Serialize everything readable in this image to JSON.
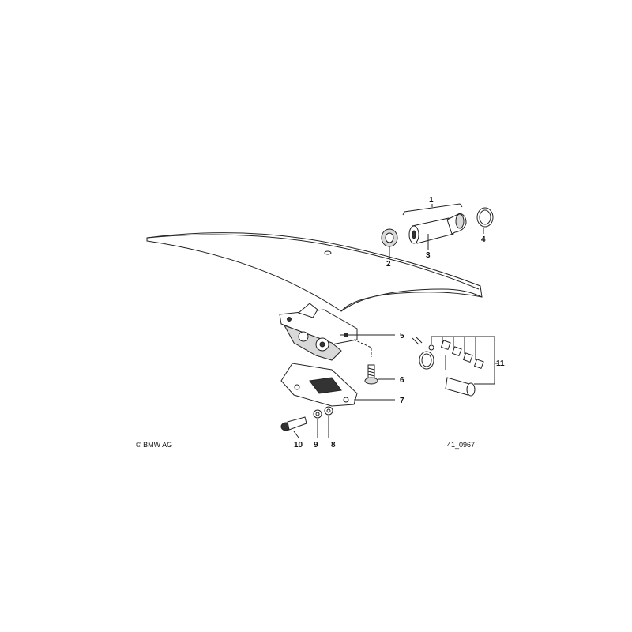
{
  "diagram": {
    "callouts": [
      {
        "id": "c1",
        "label": "1"
      },
      {
        "id": "c2",
        "label": "2"
      },
      {
        "id": "c3",
        "label": "3"
      },
      {
        "id": "c4",
        "label": "4"
      },
      {
        "id": "c5",
        "label": "5"
      },
      {
        "id": "c6",
        "label": "6"
      },
      {
        "id": "c7",
        "label": "7"
      },
      {
        "id": "c8",
        "label": "8"
      },
      {
        "id": "c9",
        "label": "9"
      },
      {
        "id": "c10",
        "label": "10"
      },
      {
        "id": "c11",
        "label": "11"
      }
    ],
    "copyright": "© BMW AG",
    "diagram_code": "41_0967"
  }
}
